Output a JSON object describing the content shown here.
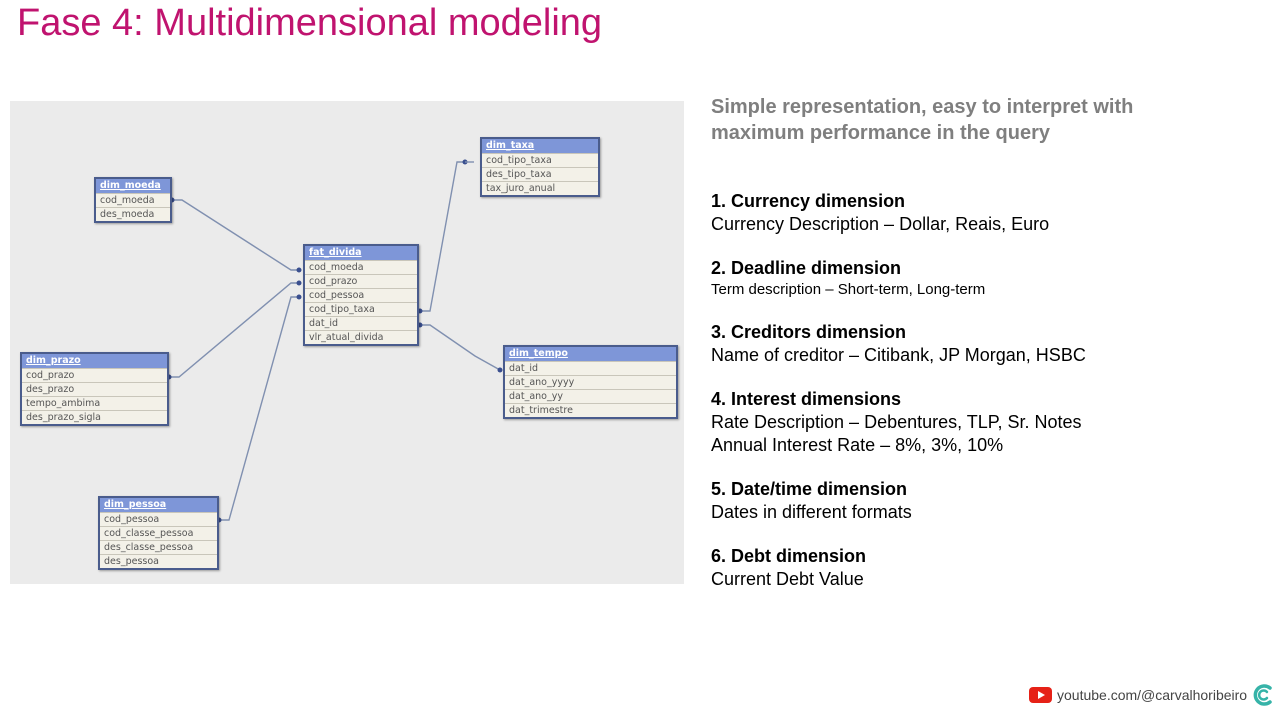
{
  "slide": {
    "title": "Fase 4: Multidimensional modeling",
    "subtitle": "Simple representation, easy to interpret with maximum performance in the query"
  },
  "diagram": {
    "tables": [
      {
        "key": "dim_moeda",
        "name": "dim_moeda",
        "fields": [
          "cod_moeda",
          "des_moeda"
        ]
      },
      {
        "key": "dim_prazo",
        "name": "dim_prazo",
        "fields": [
          "cod_prazo",
          "des_prazo",
          "tempo_ambima",
          "des_prazo_sigla"
        ]
      },
      {
        "key": "dim_pessoa",
        "name": "dim_pessoa",
        "fields": [
          "cod_pessoa",
          "cod_classe_pessoa",
          "des_classe_pessoa",
          "des_pessoa"
        ]
      },
      {
        "key": "fat_divida",
        "name": "fat_divida",
        "fields": [
          "cod_moeda",
          "cod_prazo",
          "cod_pessoa",
          "cod_tipo_taxa",
          "dat_id",
          "vlr_atual_divida"
        ]
      },
      {
        "key": "dim_taxa",
        "name": "dim_taxa",
        "fields": [
          "cod_tipo_taxa",
          "des_tipo_taxa",
          "tax_juro_anual"
        ]
      },
      {
        "key": "dim_tempo",
        "name": "dim_tempo",
        "fields": [
          "dat_id",
          "dat_ano_yyyy",
          "dat_ano_yy",
          "dat_trimestre"
        ]
      }
    ],
    "link_color": "#8090b0",
    "header_color": "#7e96d8"
  },
  "dimensions": [
    {
      "heading": "1. Currency dimension",
      "lines": [
        "Currency Description – Dollar, Reais, Euro"
      ]
    },
    {
      "heading": "2. Deadline dimension",
      "lines": [
        "Term description – Short-term, Long-term"
      ]
    },
    {
      "heading": "3. Creditors dimension",
      "lines": [
        "Name of creditor – Citibank, JP Morgan, HSBC"
      ]
    },
    {
      "heading": "4. Interest dimensions",
      "lines": [
        "Rate Description – Debentures, TLP, Sr. Notes",
        "Annual Interest Rate – 8%, 3%, 10%"
      ]
    },
    {
      "heading": "5. Date/time dimension",
      "lines": [
        "Dates in different formats"
      ]
    },
    {
      "heading": "6. Debt dimension",
      "lines": [
        "Current Debt Value"
      ]
    }
  ],
  "footer": {
    "icon": "youtube-icon",
    "text": "youtube.com/@carvalhoribeiro",
    "logo": "c-logo-icon",
    "youtube_color": "#e62117",
    "logo_color": "#36b3a8"
  }
}
